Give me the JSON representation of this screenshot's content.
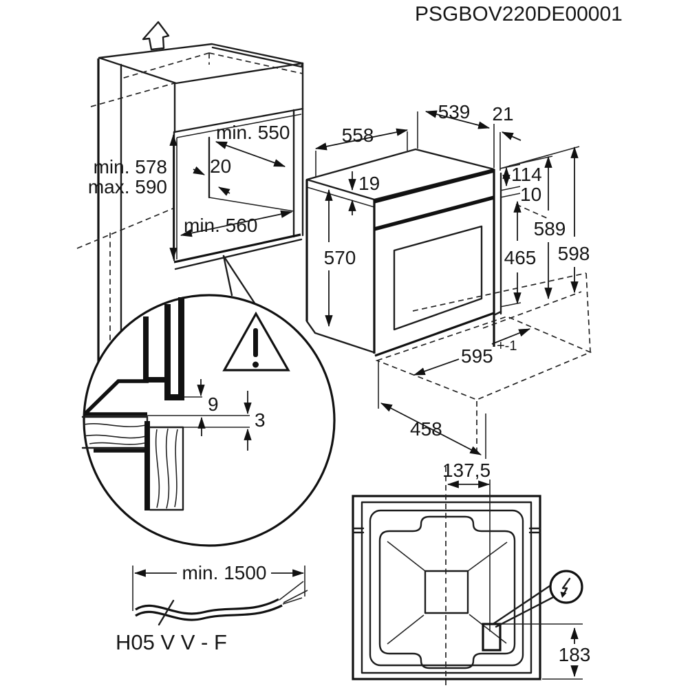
{
  "page": {
    "title": "PSGBOV220DE00001"
  },
  "cabinet": {
    "niche_depth": "min. 550",
    "niche_height_min": "min. 578",
    "niche_height_max": "max. 590",
    "rear_clearance": "20",
    "niche_width": "min. 560"
  },
  "oven": {
    "top_width": "558",
    "body_depth": "539",
    "frame_overhang": "21",
    "top_edge": "19",
    "body_height": "570",
    "panel_height": "114",
    "gap_below_panel": "10",
    "door_height": "465",
    "rear_height": "589",
    "front_height": "598",
    "front_width": "595",
    "front_width_tolerance": "+-1",
    "bottom_depth": "458"
  },
  "detail_view": {
    "gap_top": "9",
    "gap_bottom": "3"
  },
  "power_cable": {
    "min_length": "min. 1500",
    "cable_type": "H05 V V - F"
  },
  "rear_view": {
    "connection_offset_x": "137,5",
    "connection_offset_y": "183"
  }
}
